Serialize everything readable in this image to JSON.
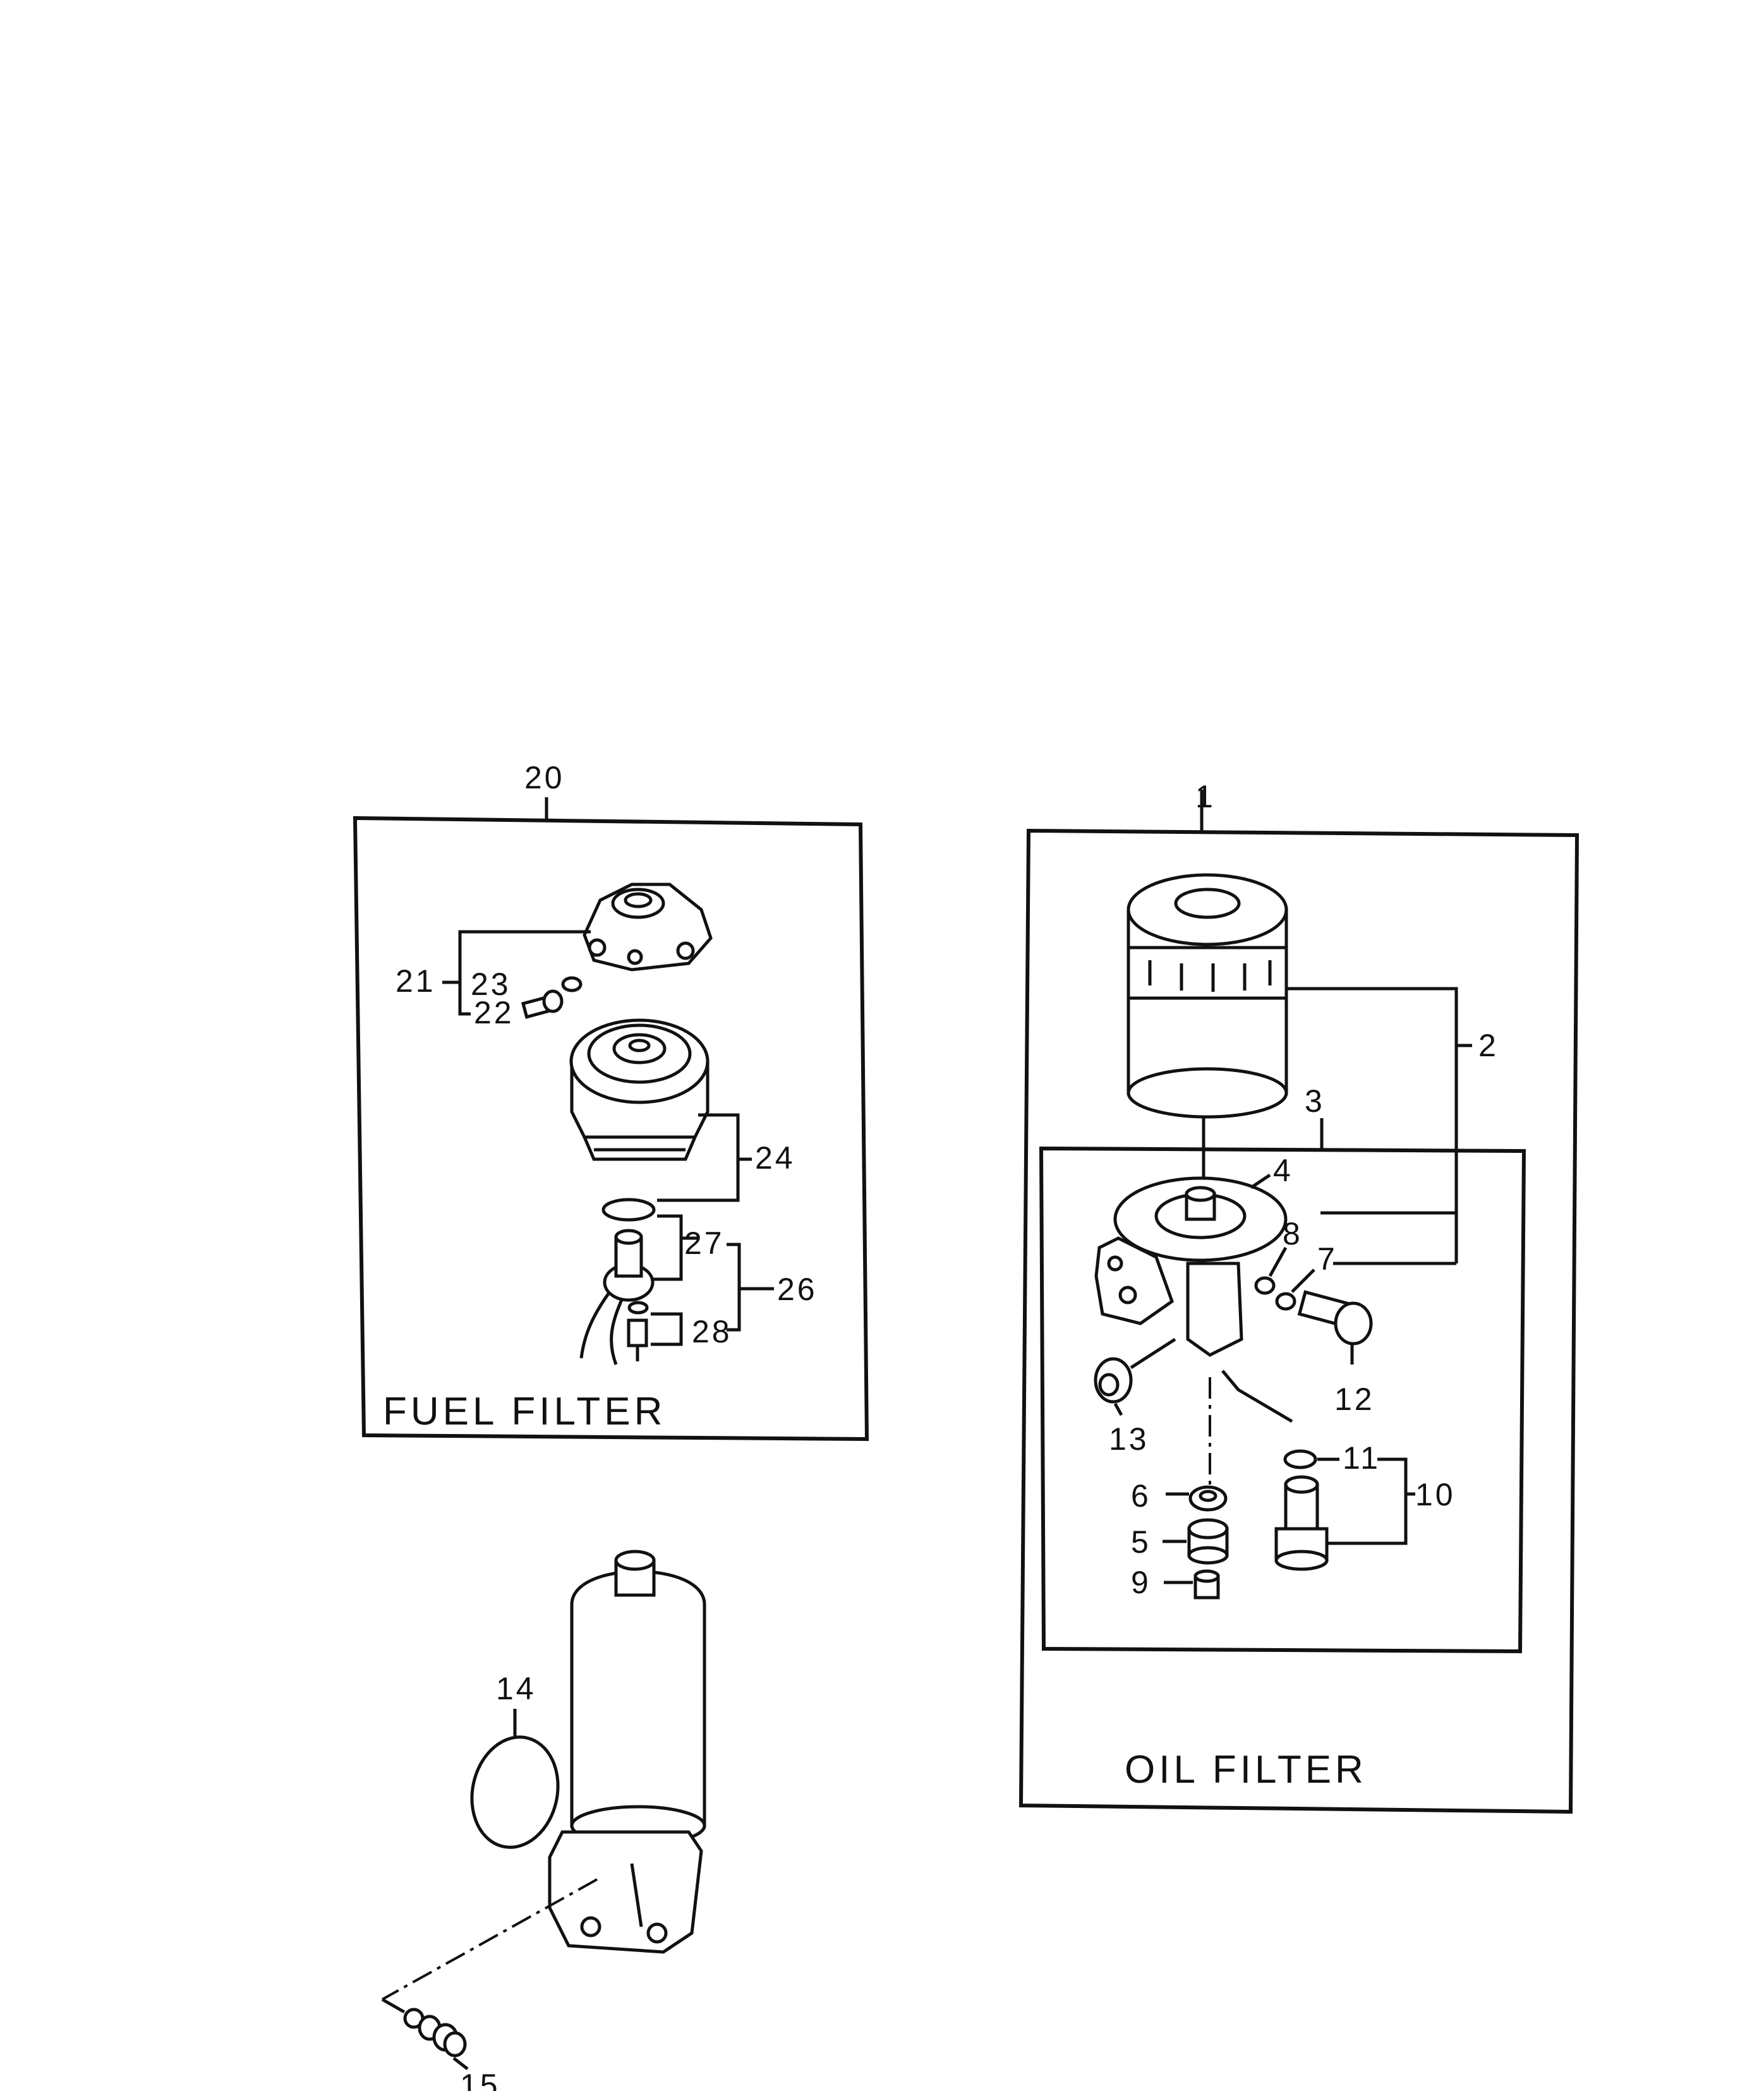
{
  "sections": {
    "fuel_filter": {
      "title": "FUEL FILTER",
      "ref": "20"
    },
    "oil_filter": {
      "title": "OIL FILTER",
      "ref": "1"
    }
  },
  "callouts": {
    "c1": "1",
    "c2": "2",
    "c3": "3",
    "c4": "4",
    "c5": "5",
    "c6": "6",
    "c7": "7",
    "c8": "8",
    "c9": "9",
    "c10": "10",
    "c11": "11",
    "c12": "12",
    "c13": "13",
    "c14": "14",
    "c15": "15",
    "c20": "20",
    "c21": "21",
    "c22": "22",
    "c23": "23",
    "c24": "24",
    "c26": "26",
    "c27": "27",
    "c28": "28"
  }
}
